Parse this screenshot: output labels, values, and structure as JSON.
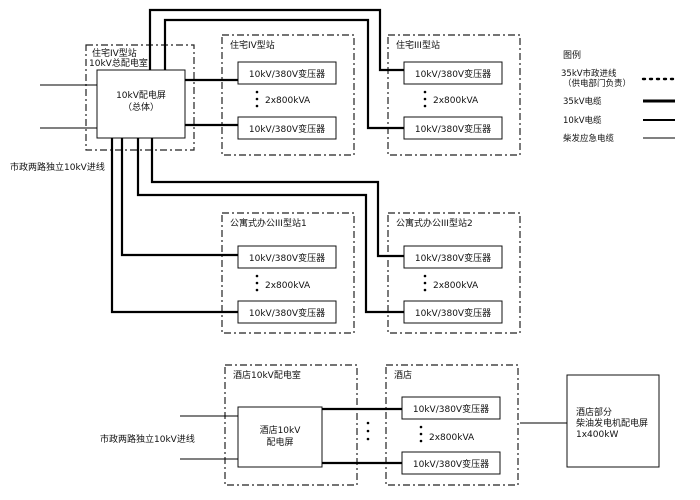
{
  "stations": {
    "zhuzhai4_room": "住宅IV型站",
    "zhuzhai4_room_sub": "10kV总配电室",
    "zhuzhai4": "住宅IV型站",
    "zhuzhai3": "住宅III型站",
    "gongyu1": "公寓式办公III型站1",
    "gongyu2": "公寓式办公III型站2",
    "hotel_room": "酒店10kV配电室",
    "hotel": "酒店"
  },
  "panels": {
    "main_line1": "10kV配电屏",
    "main_line2": "（总体）",
    "hotel_line1": "酒店10kV",
    "hotel_line2": "配电屏",
    "gen_line1": "酒店部分",
    "gen_line2": "柴油发电机配电屏",
    "gen_line3": "1x400kW"
  },
  "transformer_label": "10kV/380V变压器",
  "capacity_label": "2x800kVA",
  "incoming": {
    "top": "市政两路独立10kV进线",
    "bottom": "市政两路独立10kV进线"
  },
  "legend": {
    "title": "图例",
    "items": [
      {
        "line1": "35kV市政进线",
        "line2": "（供电部门负责）",
        "style": "dotted"
      },
      {
        "line1": "35kV电缆",
        "line2": "",
        "style": "thick"
      },
      {
        "line1": "10kV电缆",
        "line2": "",
        "style": "medium"
      },
      {
        "line1": "柴发应急电缆",
        "line2": "",
        "style": "thin"
      }
    ]
  }
}
